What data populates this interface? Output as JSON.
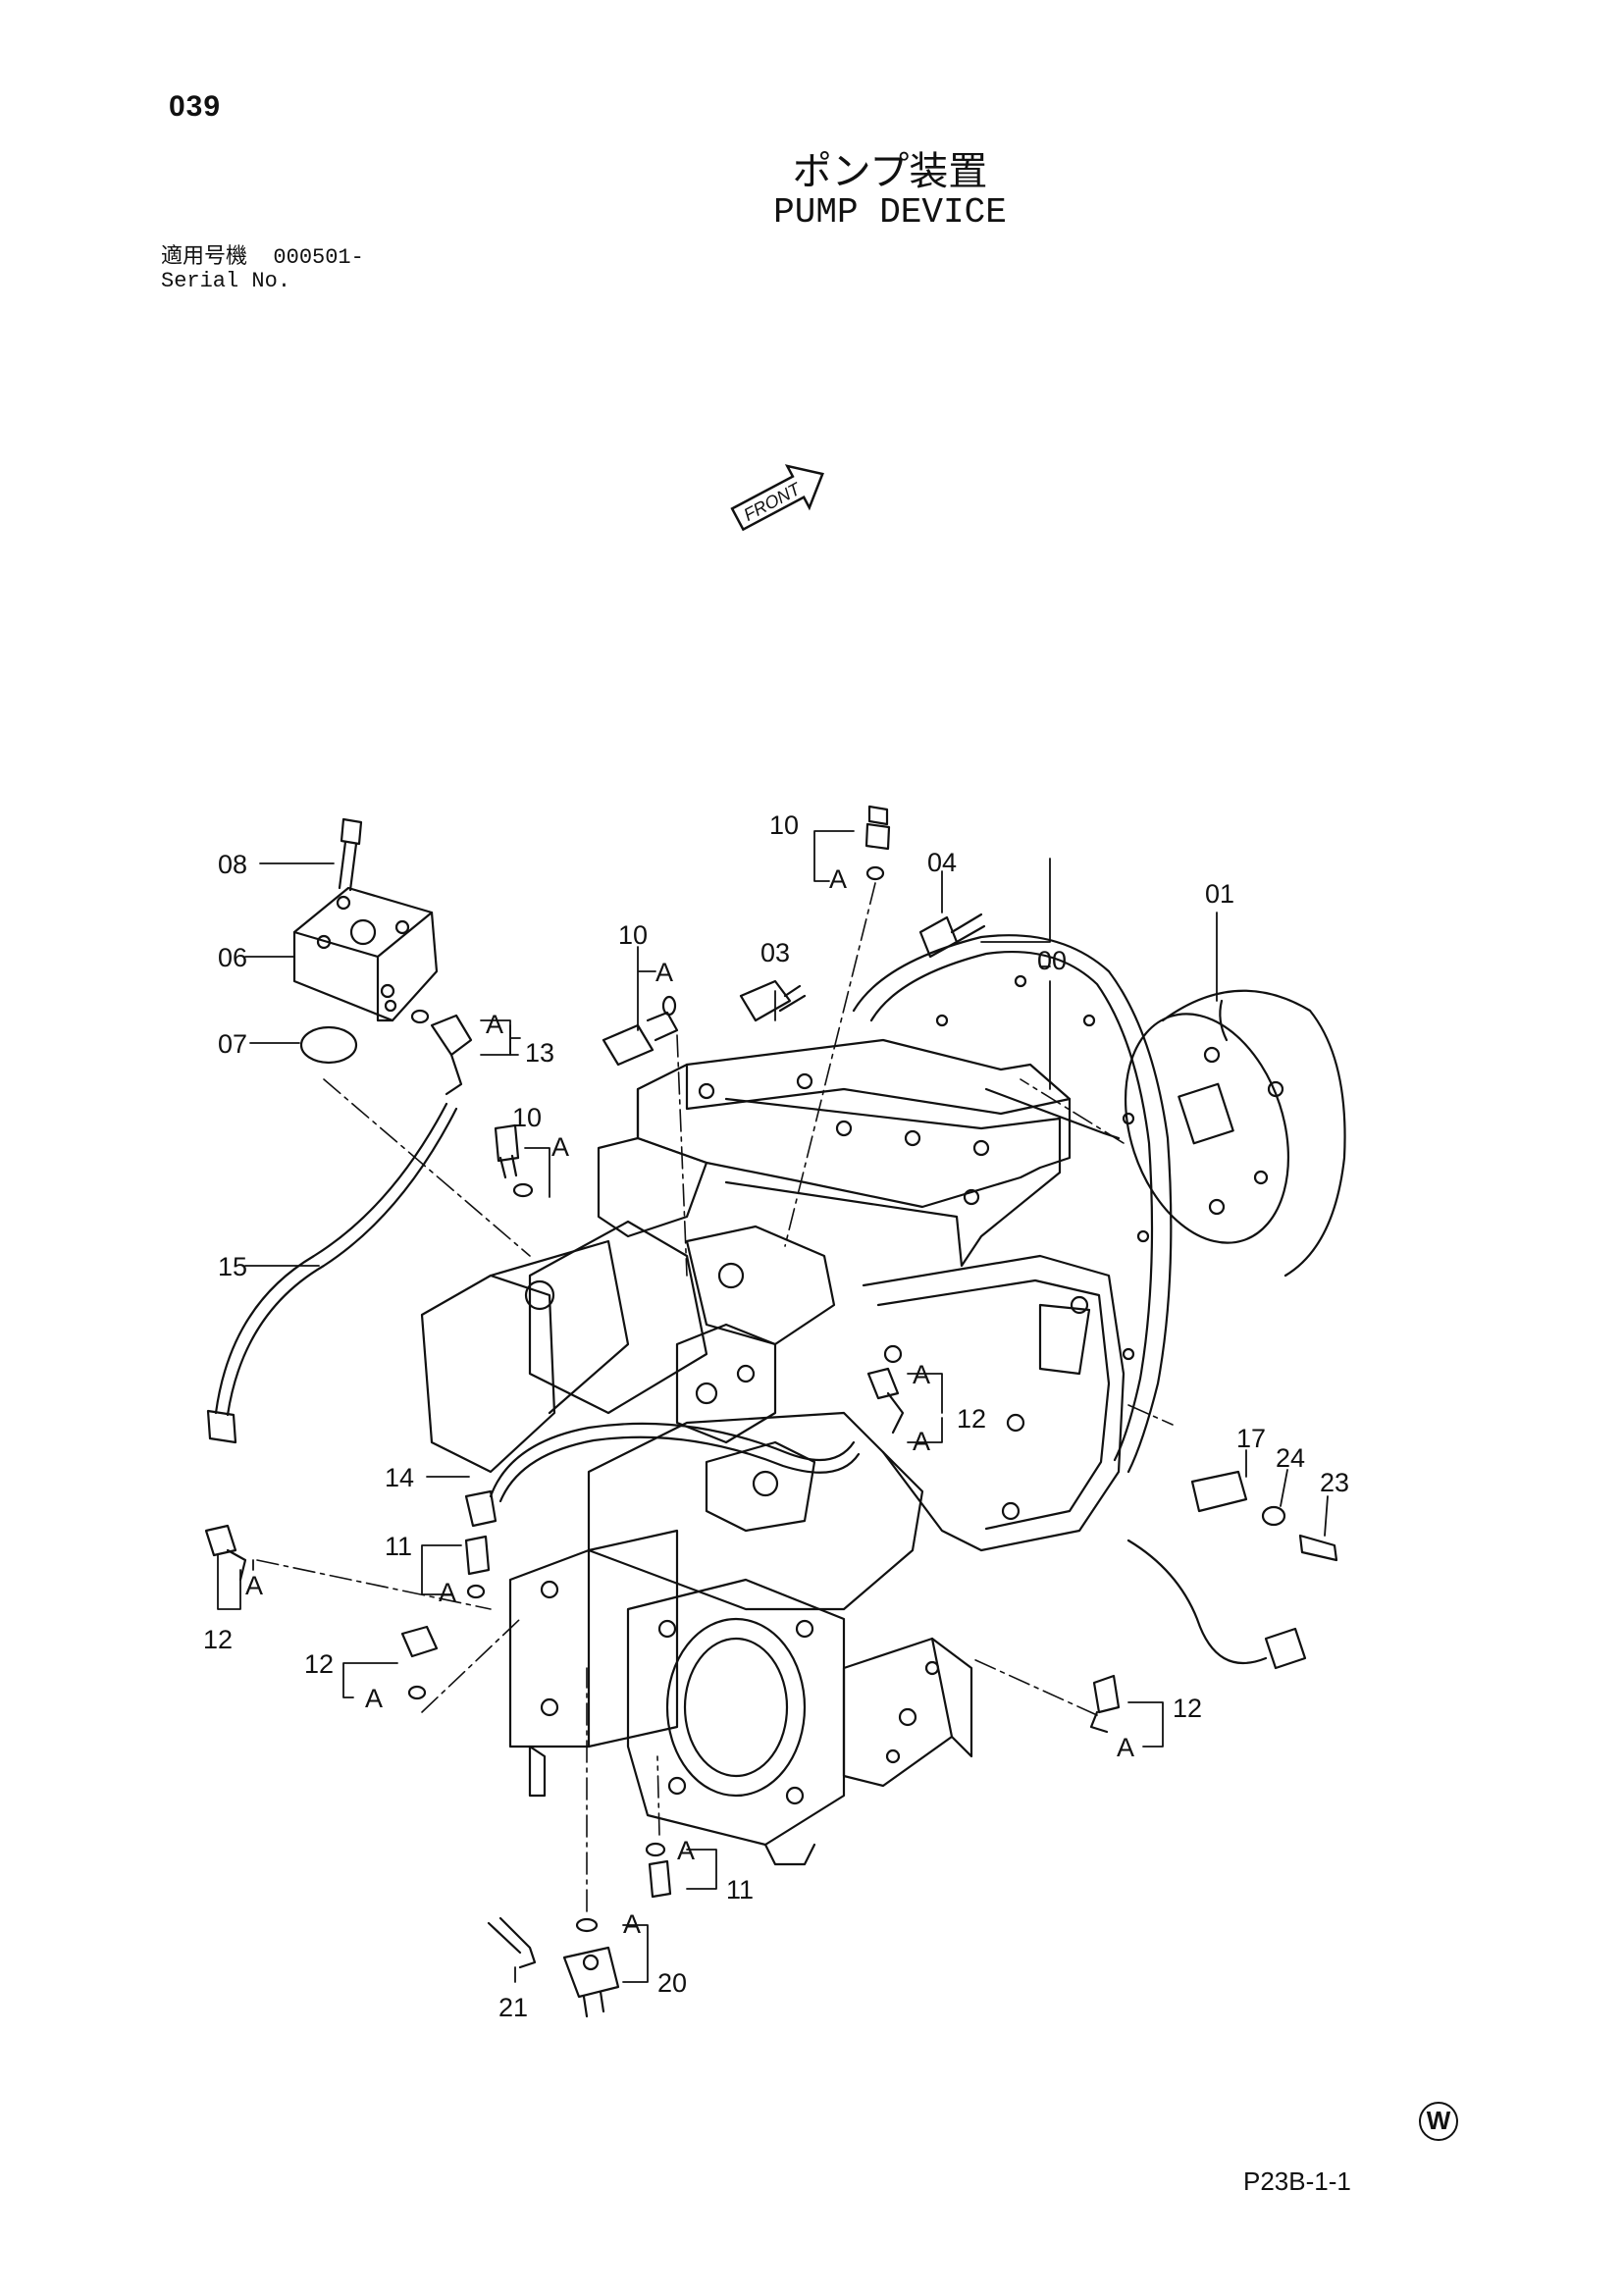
{
  "page_number": "039",
  "title_jp": "ポンプ装置",
  "title_en": "PUMP DEVICE",
  "serial_label_jp": "適用号機",
  "serial_value": "000501-",
  "serial_label_en": "Serial No.",
  "front_label": "FRONT",
  "marker_a": "A",
  "part_labels": {
    "p00": "00",
    "p01": "01",
    "p03": "03",
    "p04": "04",
    "p06": "06",
    "p07": "07",
    "p08": "08",
    "p10a": "10",
    "p10b": "10",
    "p10c": "10",
    "p11a": "11",
    "p11b": "11",
    "p12a": "12",
    "p12b": "12",
    "p12c": "12",
    "p12d": "12",
    "p13": "13",
    "p14": "14",
    "p15": "15",
    "p17": "17",
    "p20": "20",
    "p21": "21",
    "p23": "23",
    "p24": "24"
  },
  "footer_symbol": "W",
  "footer_ref": "P23B-1-1"
}
